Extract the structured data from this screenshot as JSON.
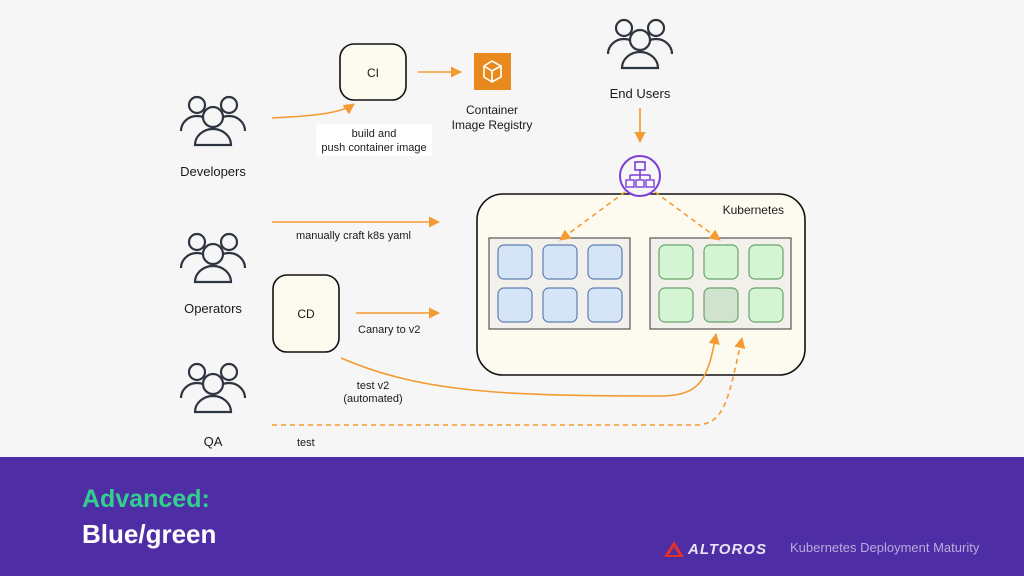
{
  "actors": {
    "developers": "Developers",
    "operators": "Operators",
    "qa": "QA",
    "end_users": "End Users"
  },
  "boxes": {
    "ci": "CI",
    "cd": "CD"
  },
  "registry": {
    "line1": "Container",
    "line2": "Image Registry"
  },
  "cluster": {
    "label": "Kubernetes"
  },
  "edges": {
    "build_line1": "build and",
    "build_line2": "push container image",
    "manual": "manually craft k8s yaml",
    "canary": "Canary to v2",
    "testv2_line1": "test v2",
    "testv2_line2": "(automated)",
    "test": "test"
  },
  "banner": {
    "title": "Advanced:",
    "subtitle": "Blue/green",
    "brand": "ALTOROS",
    "deck": "Kubernetes Deployment Maturity"
  },
  "colors": {
    "arrow": "#f49a32",
    "blue_pod": "#d6e4f7",
    "green_pod": "#d3f5d3",
    "banner": "#4f2ea5",
    "accent": "#31d08f",
    "lb": "#7b3fd6",
    "registry": "#e8891d"
  },
  "icons": {
    "people": "people-group-icon",
    "load_balancer": "load-balancer-icon",
    "registry": "container-registry-icon"
  }
}
